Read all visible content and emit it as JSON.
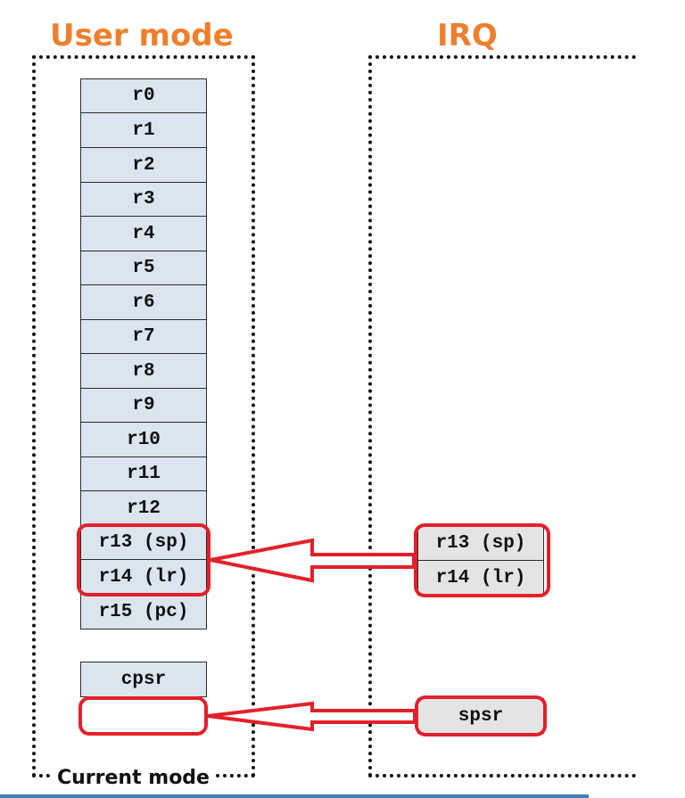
{
  "left_panel": {
    "title": "User mode",
    "footer": "Current mode",
    "registers": [
      "r0",
      "r1",
      "r2",
      "r3",
      "r4",
      "r5",
      "r6",
      "r7",
      "r8",
      "r9",
      "r10",
      "r11",
      "r12",
      "r13 (sp)",
      "r14 (lr)",
      "r15 (pc)"
    ],
    "cpsr": "cpsr",
    "spsr_slot": ""
  },
  "right_panel": {
    "title": "IRQ",
    "banked_registers": [
      "r13 (sp)",
      "r14 (lr)"
    ],
    "spsr": "spsr"
  },
  "colors": {
    "title": "#ee7f2d",
    "user_register_fill": "#dbe5ef",
    "banked_register_fill": "#e4e4e4",
    "highlight": "#e3202a"
  }
}
